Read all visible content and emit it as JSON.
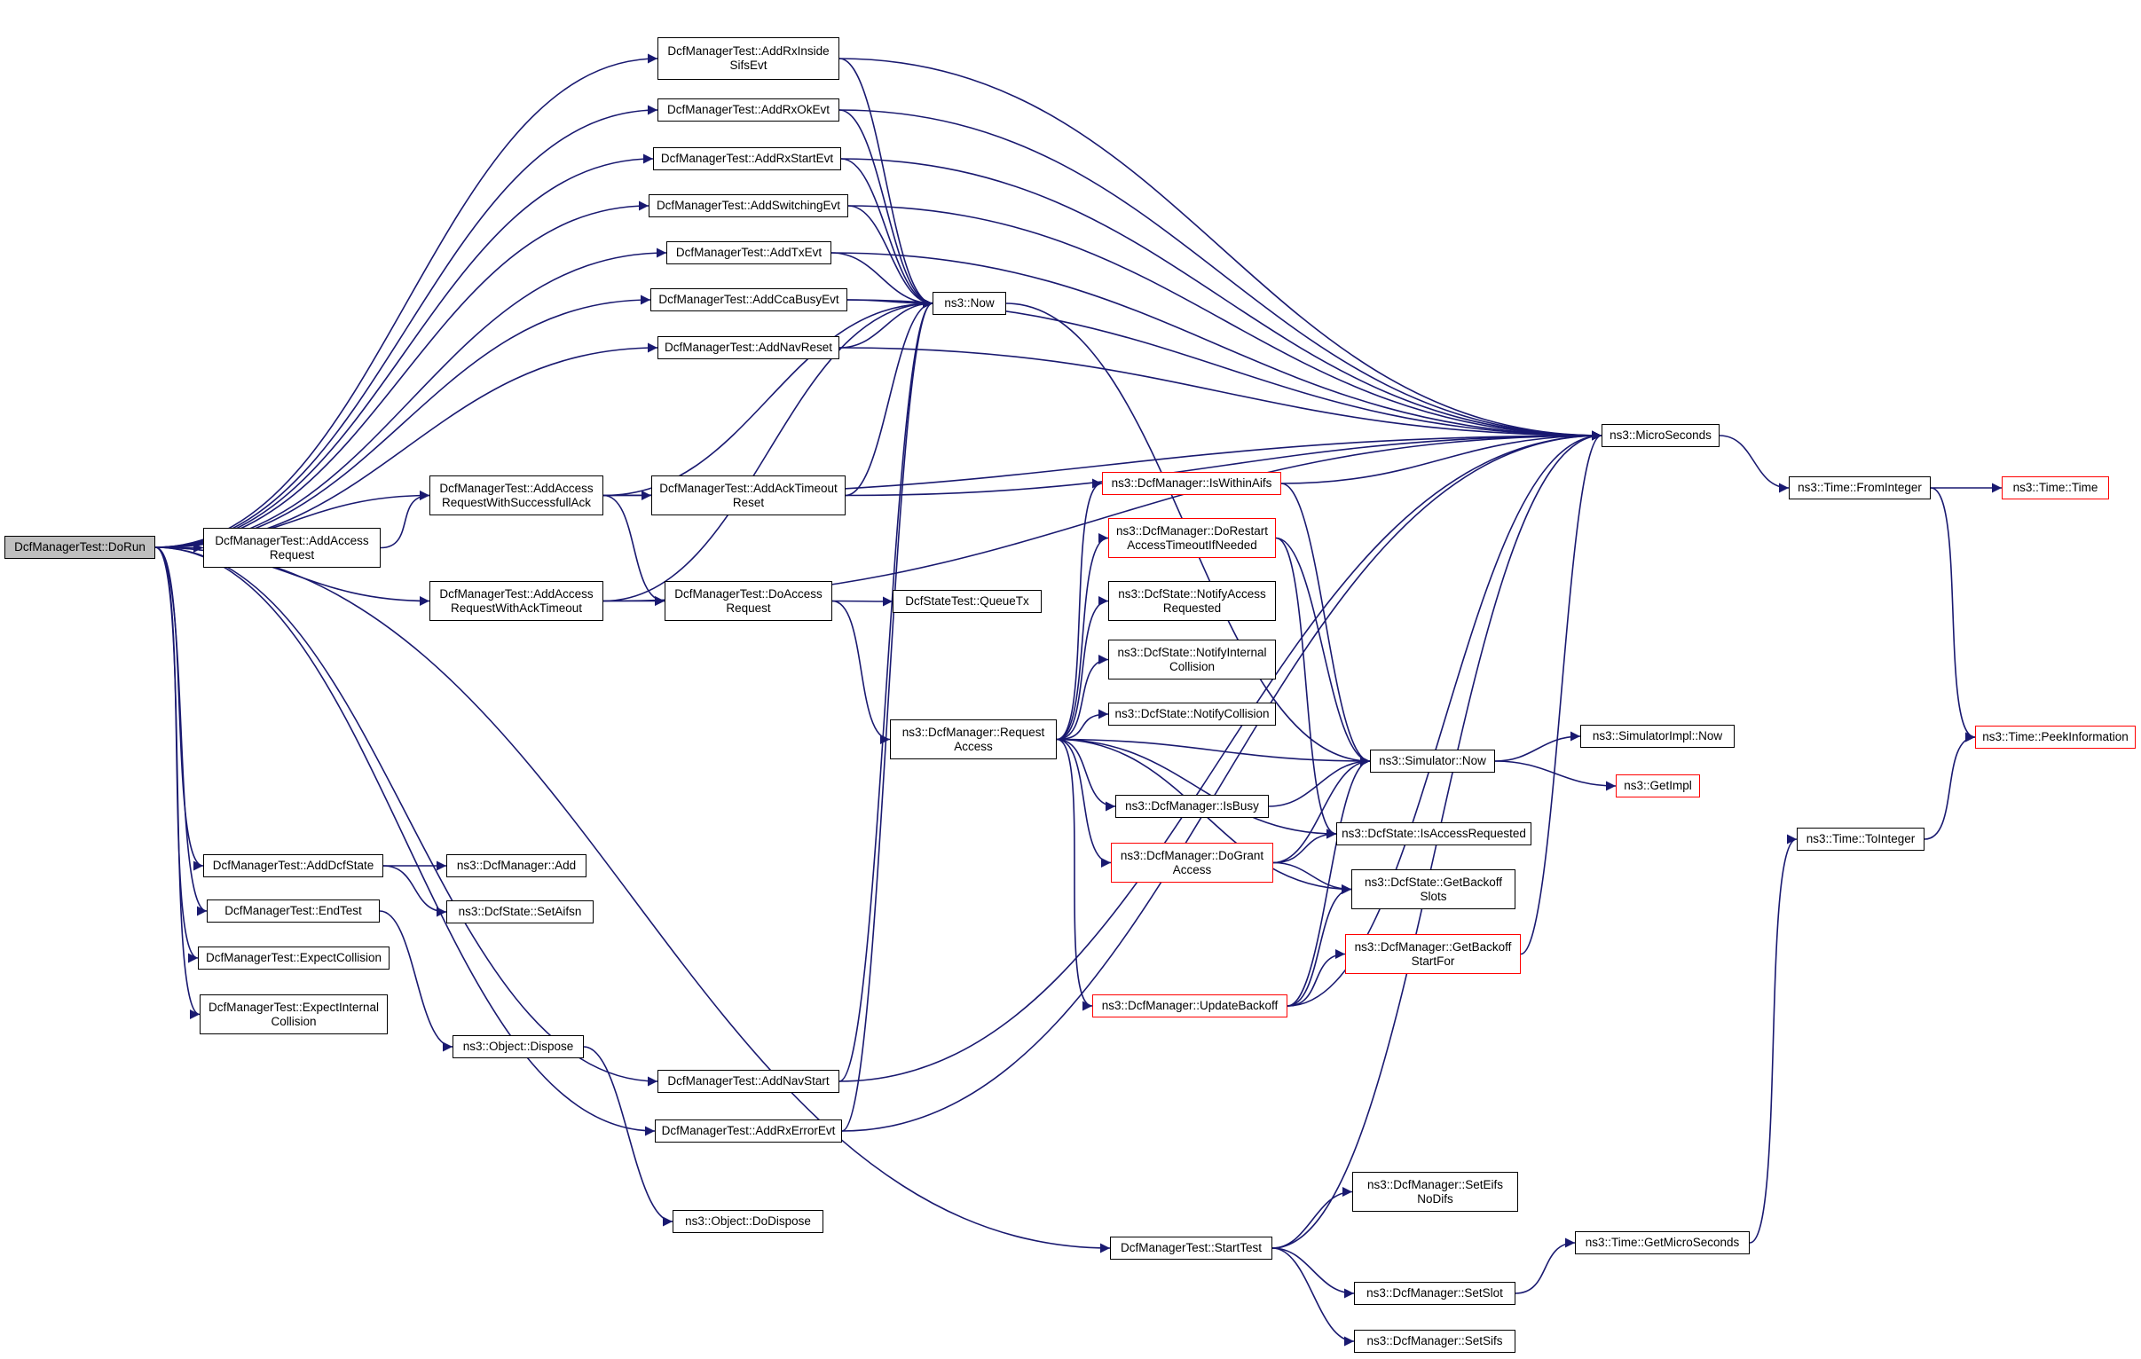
{
  "colors": {
    "edge": "#191970",
    "node_border": "#000000",
    "node_border_external": "#ff0000",
    "root_fill": "#bfbfbf"
  },
  "nodes": [
    {
      "id": "dorun",
      "label": "DcfManagerTest::DoRun",
      "style": "root"
    },
    {
      "id": "addrxinsidesifsevt",
      "label": "DcfManagerTest::AddRxInside\nSifsEvt",
      "style": "normal"
    },
    {
      "id": "addrxokevt",
      "label": "DcfManagerTest::AddRxOkEvt",
      "style": "normal"
    },
    {
      "id": "addrxstartevt",
      "label": "DcfManagerTest::AddRxStartEvt",
      "style": "normal"
    },
    {
      "id": "addswitchingevt",
      "label": "DcfManagerTest::AddSwitchingEvt",
      "style": "normal"
    },
    {
      "id": "addtxevt",
      "label": "DcfManagerTest::AddTxEvt",
      "style": "normal"
    },
    {
      "id": "addccabusyevt",
      "label": "DcfManagerTest::AddCcaBusyEvt",
      "style": "normal"
    },
    {
      "id": "addnavreset",
      "label": "DcfManagerTest::AddNavReset",
      "style": "normal"
    },
    {
      "id": "now",
      "label": "ns3::Now",
      "style": "normal"
    },
    {
      "id": "microseconds",
      "label": "ns3::MicroSeconds",
      "style": "normal"
    },
    {
      "id": "addaccesssuccess",
      "label": "DcfManagerTest::AddAccess\nRequestWithSuccessfullAck",
      "style": "normal"
    },
    {
      "id": "addacktimeoutreset",
      "label": "DcfManagerTest::AddAckTimeout\nReset",
      "style": "normal"
    },
    {
      "id": "addaccessrequest",
      "label": "DcfManagerTest::AddAccess\nRequest",
      "style": "normal"
    },
    {
      "id": "addaccessacktimeout",
      "label": "DcfManagerTest::AddAccess\nRequestWithAckTimeout",
      "style": "normal"
    },
    {
      "id": "doaccessrequest",
      "label": "DcfManagerTest::DoAccess\nRequest",
      "style": "normal"
    },
    {
      "id": "queuetx",
      "label": "DcfStateTest::QueueTx",
      "style": "normal"
    },
    {
      "id": "requestaccess",
      "label": "ns3::DcfManager::Request\nAccess",
      "style": "normal"
    },
    {
      "id": "iswithinaifs",
      "label": "ns3::DcfManager::IsWithinAifs",
      "style": "red"
    },
    {
      "id": "dorestart",
      "label": "ns3::DcfManager::DoRestart\nAccessTimeoutIfNeeded",
      "style": "red"
    },
    {
      "id": "notifyaccessrequested",
      "label": "ns3::DcfState::NotifyAccess\nRequested",
      "style": "normal"
    },
    {
      "id": "notifyinternalcollision",
      "label": "ns3::DcfState::NotifyInternal\nCollision",
      "style": "normal"
    },
    {
      "id": "notifycollision",
      "label": "ns3::DcfState::NotifyCollision",
      "style": "normal"
    },
    {
      "id": "simulatornow",
      "label": "ns3::Simulator::Now",
      "style": "normal"
    },
    {
      "id": "isbusy",
      "label": "ns3::DcfManager::IsBusy",
      "style": "normal"
    },
    {
      "id": "dogrant",
      "label": "ns3::DcfManager::DoGrant\nAccess",
      "style": "red"
    },
    {
      "id": "isaccessrequested",
      "label": "ns3::DcfState::IsAccessRequested",
      "style": "normal"
    },
    {
      "id": "getbackoffslots",
      "label": "ns3::DcfState::GetBackoff\nSlots",
      "style": "normal"
    },
    {
      "id": "getbackoffstartfor",
      "label": "ns3::DcfManager::GetBackoff\nStartFor",
      "style": "red"
    },
    {
      "id": "updatebackoff",
      "label": "ns3::DcfManager::UpdateBackoff",
      "style": "red"
    },
    {
      "id": "simulatorimplnow",
      "label": "ns3::SimulatorImpl::Now",
      "style": "normal"
    },
    {
      "id": "getimpl",
      "label": "ns3::GetImpl",
      "style": "red"
    },
    {
      "id": "frominteger",
      "label": "ns3::Time::FromInteger",
      "style": "normal"
    },
    {
      "id": "timetime",
      "label": "ns3::Time::Time",
      "style": "red"
    },
    {
      "id": "peekinformation",
      "label": "ns3::Time::PeekInformation",
      "style": "red"
    },
    {
      "id": "tointeger",
      "label": "ns3::Time::ToInteger",
      "style": "normal"
    },
    {
      "id": "adddcfstate",
      "label": "DcfManagerTest::AddDcfState",
      "style": "normal"
    },
    {
      "id": "dcfmanageradd",
      "label": "ns3::DcfManager::Add",
      "style": "normal"
    },
    {
      "id": "setaifsn",
      "label": "ns3::DcfState::SetAifsn",
      "style": "normal"
    },
    {
      "id": "endtest",
      "label": "DcfManagerTest::EndTest",
      "style": "normal"
    },
    {
      "id": "expectcollision",
      "label": "DcfManagerTest::ExpectCollision",
      "style": "normal"
    },
    {
      "id": "expectinternalcollision",
      "label": "DcfManagerTest::ExpectInternal\nCollision",
      "style": "normal"
    },
    {
      "id": "objectdispose",
      "label": "ns3::Object::Dispose",
      "style": "normal"
    },
    {
      "id": "objectdodispose",
      "label": "ns3::Object::DoDispose",
      "style": "normal"
    },
    {
      "id": "addnavstart",
      "label": "DcfManagerTest::AddNavStart",
      "style": "normal"
    },
    {
      "id": "addrxerrorevt",
      "label": "DcfManagerTest::AddRxErrorEvt",
      "style": "normal"
    },
    {
      "id": "starttest",
      "label": "DcfManagerTest::StartTest",
      "style": "normal"
    },
    {
      "id": "seteifsnodifs",
      "label": "ns3::DcfManager::SetEifs\nNoDifs",
      "style": "normal"
    },
    {
      "id": "setslot",
      "label": "ns3::DcfManager::SetSlot",
      "style": "normal"
    },
    {
      "id": "setsifs",
      "label": "ns3::DcfManager::SetSifs",
      "style": "normal"
    },
    {
      "id": "getmicroseconds",
      "label": "ns3::Time::GetMicroSeconds",
      "style": "normal"
    }
  ],
  "edges": [
    [
      "dorun",
      "addrxinsidesifsevt"
    ],
    [
      "dorun",
      "addrxokevt"
    ],
    [
      "dorun",
      "addrxstartevt"
    ],
    [
      "dorun",
      "addswitchingevt"
    ],
    [
      "dorun",
      "addtxevt"
    ],
    [
      "dorun",
      "addccabusyevt"
    ],
    [
      "dorun",
      "addnavreset"
    ],
    [
      "dorun",
      "addaccesssuccess"
    ],
    [
      "dorun",
      "addaccessrequest"
    ],
    [
      "dorun",
      "addaccessacktimeout"
    ],
    [
      "dorun",
      "adddcfstate"
    ],
    [
      "dorun",
      "endtest"
    ],
    [
      "dorun",
      "expectcollision"
    ],
    [
      "dorun",
      "expectinternalcollision"
    ],
    [
      "dorun",
      "addnavstart"
    ],
    [
      "dorun",
      "addrxerrorevt"
    ],
    [
      "dorun",
      "starttest"
    ],
    [
      "addrxinsidesifsevt",
      "now"
    ],
    [
      "addrxinsidesifsevt",
      "microseconds"
    ],
    [
      "addrxokevt",
      "now"
    ],
    [
      "addrxokevt",
      "microseconds"
    ],
    [
      "addrxstartevt",
      "now"
    ],
    [
      "addrxstartevt",
      "microseconds"
    ],
    [
      "addswitchingevt",
      "now"
    ],
    [
      "addswitchingevt",
      "microseconds"
    ],
    [
      "addtxevt",
      "now"
    ],
    [
      "addtxevt",
      "microseconds"
    ],
    [
      "addccabusyevt",
      "now"
    ],
    [
      "addccabusyevt",
      "microseconds"
    ],
    [
      "addnavreset",
      "now"
    ],
    [
      "addnavreset",
      "microseconds"
    ],
    [
      "now",
      "simulatornow"
    ],
    [
      "addaccesssuccess",
      "now"
    ],
    [
      "addaccesssuccess",
      "microseconds"
    ],
    [
      "addaccesssuccess",
      "addacktimeoutreset"
    ],
    [
      "addaccesssuccess",
      "doaccessrequest"
    ],
    [
      "addacktimeoutreset",
      "now"
    ],
    [
      "addacktimeoutreset",
      "microseconds"
    ],
    [
      "addaccessrequest",
      "addaccesssuccess"
    ],
    [
      "addaccessacktimeout",
      "now"
    ],
    [
      "addaccessacktimeout",
      "doaccessrequest"
    ],
    [
      "addaccessacktimeout",
      "microseconds"
    ],
    [
      "doaccessrequest",
      "queuetx"
    ],
    [
      "doaccessrequest",
      "requestaccess"
    ],
    [
      "requestaccess",
      "iswithinaifs"
    ],
    [
      "requestaccess",
      "dorestart"
    ],
    [
      "requestaccess",
      "notifyaccessrequested"
    ],
    [
      "requestaccess",
      "notifyinternalcollision"
    ],
    [
      "requestaccess",
      "notifycollision"
    ],
    [
      "requestaccess",
      "simulatornow"
    ],
    [
      "requestaccess",
      "isbusy"
    ],
    [
      "requestaccess",
      "dogrant"
    ],
    [
      "requestaccess",
      "isaccessrequested"
    ],
    [
      "requestaccess",
      "getbackoffslots"
    ],
    [
      "requestaccess",
      "updatebackoff"
    ],
    [
      "iswithinaifs",
      "microseconds"
    ],
    [
      "iswithinaifs",
      "simulatornow"
    ],
    [
      "dorestart",
      "simulatornow"
    ],
    [
      "dorestart",
      "isaccessrequested"
    ],
    [
      "isbusy",
      "simulatornow"
    ],
    [
      "dogrant",
      "simulatornow"
    ],
    [
      "dogrant",
      "isaccessrequested"
    ],
    [
      "dogrant",
      "getbackoffslots"
    ],
    [
      "updatebackoff",
      "simulatornow"
    ],
    [
      "updatebackoff",
      "getbackoffslots"
    ],
    [
      "updatebackoff",
      "getbackoffstartfor"
    ],
    [
      "updatebackoff",
      "microseconds"
    ],
    [
      "getbackoffstartfor",
      "microseconds"
    ],
    [
      "simulatornow",
      "simulatorimplnow"
    ],
    [
      "simulatornow",
      "getimpl"
    ],
    [
      "microseconds",
      "frominteger"
    ],
    [
      "frominteger",
      "timetime"
    ],
    [
      "frominteger",
      "peekinformation"
    ],
    [
      "tointeger",
      "peekinformation"
    ],
    [
      "adddcfstate",
      "dcfmanageradd"
    ],
    [
      "adddcfstate",
      "setaifsn"
    ],
    [
      "endtest",
      "objectdispose"
    ],
    [
      "objectdispose",
      "objectdodispose"
    ],
    [
      "addnavstart",
      "now"
    ],
    [
      "addnavstart",
      "microseconds"
    ],
    [
      "addrxerrorevt",
      "now"
    ],
    [
      "addrxerrorevt",
      "microseconds"
    ],
    [
      "starttest",
      "seteifsnodifs"
    ],
    [
      "starttest",
      "setslot"
    ],
    [
      "starttest",
      "setsifs"
    ],
    [
      "starttest",
      "microseconds"
    ],
    [
      "setslot",
      "getmicroseconds"
    ],
    [
      "getmicroseconds",
      "tointeger"
    ]
  ]
}
